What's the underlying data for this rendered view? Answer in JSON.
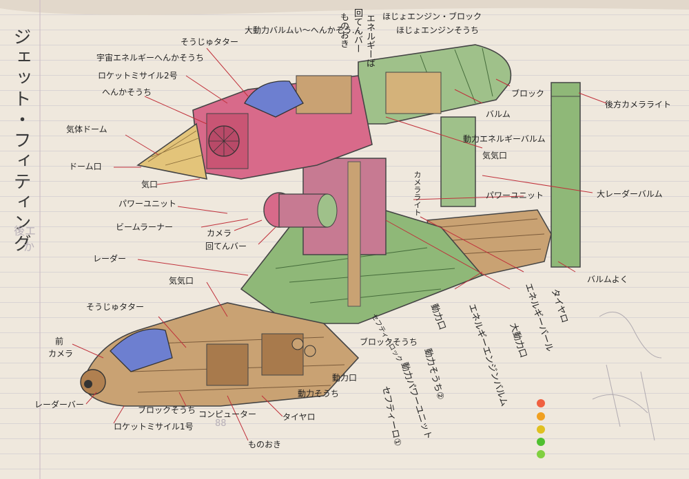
{
  "title": "ジェット・フィティング",
  "faint_marks": [
    "後エ",
    "か",
    "88"
  ],
  "labels": {
    "soujikitaa_top": "そうじゅタター",
    "dairyoku_top": "大動力バルムい〜へんかそう...",
    "monooki_top": "ものおき",
    "kaiten_bar": "回てんバー",
    "enerugi_top": "エネルギーば",
    "hojo_block": "ほじょエンジン・ブロック",
    "hojo_souchi": "ほじょエンジンそうち",
    "uchu_energy": "宇宙エネルギーへんかそうち",
    "rocket2": "ロケットミサイル2号",
    "henka": "へんかそうち",
    "kitai_dome": "気体ドーム",
    "dome_kou": "ドーム口",
    "kikou_left": "気口",
    "power_unit_left": "パワーユニット",
    "beam": "ビームラーナー",
    "camera": "カメラ",
    "kaiten_bar2": "回てんバー",
    "radar": "レーダー",
    "kikikou_mid": "気気口",
    "soujikitaa_low": "そうじゅタター",
    "mae_camera1": "前",
    "mae_camera2": "カメラ",
    "radar_bar": "レーダーバー",
    "block_low": "ブロックそうち",
    "computer": "コンピューター",
    "rocket1": "ロケットミサイル1号",
    "monooki_low": "ものおき",
    "taiyaro_low": "タイヤロ",
    "douryoku_souchi_low": "動力そうち",
    "douryoku_kou_low": "動力口",
    "block_mid": "ブロックそうち",
    "sefutii_lock": "セフティーロック",
    "douryoku_kou_mid": "動力口",
    "douryoku_souchi2": "動力そうち②",
    "douryoku_power": "動力パワーユニット",
    "sefutii_ro": "セフティーロ①",
    "energy_engine": "エネルギーエンジンバルム",
    "dai_douryoku": "大動力口",
    "energy_bar": "エネルギーバール",
    "taiyaro_right": "タイヤロ",
    "block_right": "ブロック",
    "barumu_right": "バルム",
    "douryoku_energy": "動力エネルギーバルム",
    "kikikou_right": "気気口",
    "kamera_light_v": "カメラライト",
    "power_unit_right": "パワーユニット",
    "kouhou_camera": "後方カメラライト",
    "dai_radar": "大レーダーバルム",
    "barumu_yoku": "バルムよく"
  },
  "colors": {
    "paper": "#efe8dd",
    "pink": "#d86a8a",
    "green": "#8fb878",
    "tan": "#c9a273",
    "brown": "#a87a4c",
    "ink": "#333333",
    "leader": "#c0303a"
  },
  "dots": [
    {
      "name": "dot-red",
      "color": "#f06040"
    },
    {
      "name": "dot-orange",
      "color": "#f0a020"
    },
    {
      "name": "dot-yellow",
      "color": "#e0c020"
    },
    {
      "name": "dot-green",
      "color": "#50c030"
    },
    {
      "name": "dot-lightgreen",
      "color": "#80d040"
    }
  ]
}
